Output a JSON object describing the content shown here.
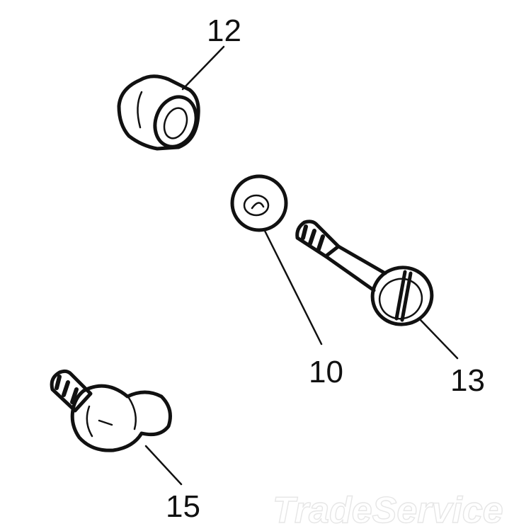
{
  "parts": {
    "spacer": {
      "label": "12"
    },
    "washer": {
      "label": "10"
    },
    "shoulder_screw": {
      "label": "13"
    },
    "thumb_screw": {
      "label": "15"
    }
  },
  "watermark": {
    "text": "TradeService"
  },
  "colors": {
    "ink": "#111111",
    "background": "#ffffff",
    "watermark": "#e6e6e6"
  }
}
